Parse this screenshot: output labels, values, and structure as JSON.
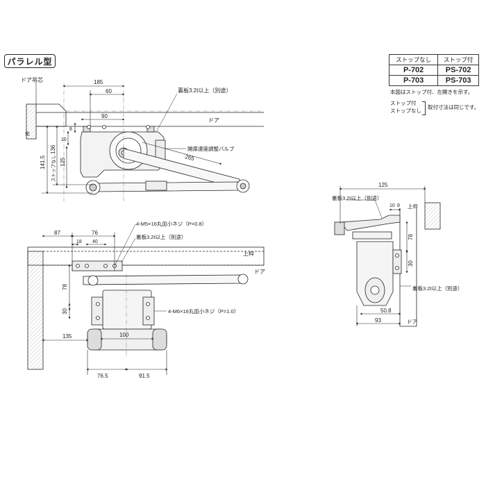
{
  "title": "パラレル型",
  "table": {
    "headers": [
      "ストップなし",
      "ストップ付"
    ],
    "rows": [
      [
        "P-702",
        "PS-702"
      ],
      [
        "P-703",
        "PS-703"
      ]
    ]
  },
  "notes": {
    "drawing_note": "本図はストップ付、左開きを示す。",
    "stop_with": "ストップ付",
    "stop_without": "ストップなし",
    "same_dims": "取付寸法は同じです。"
  },
  "front_view": {
    "door_hinge_center": "ドア吊芯",
    "door": "ドア",
    "frame_side": "枠",
    "backplate": "裏板3.2t以上（別途）",
    "valve": "開扉速度調整バルブ",
    "dims": {
      "d185": "185",
      "d60": "60",
      "d90": "90",
      "d8": "8",
      "d10": "10",
      "d265": "265",
      "d141": "141.5",
      "d136": "136",
      "d125": "125",
      "stopless": "ストップなし"
    }
  },
  "top_view": {
    "screw_m5": "4-M5×16丸皿小ネジ（P=0.8）",
    "backplate": "裏板3.2t以上（別途）",
    "screw_m6": "4-M6×16丸皿小ネジ（P=1.0）",
    "upper_frame": "上枠",
    "door": "ドア",
    "dims": {
      "d87": "87",
      "d76": "76",
      "d18": "18",
      "d40": "40",
      "d78": "78",
      "d30": "30",
      "d135": "135",
      "d100": "100",
      "d76_5": "76.5",
      "d91_5": "91.5"
    }
  },
  "side_view": {
    "backplate_top": "裏板3.2t以上（別途）",
    "upper_frame": "上枠",
    "backplate_right": "裏板3.2t以上（別途）",
    "door": "ドア",
    "dims": {
      "d125": "125",
      "d10": "10",
      "d8": "8",
      "d78": "78",
      "d30": "30",
      "d50_8": "50.8",
      "d93": "93"
    }
  }
}
